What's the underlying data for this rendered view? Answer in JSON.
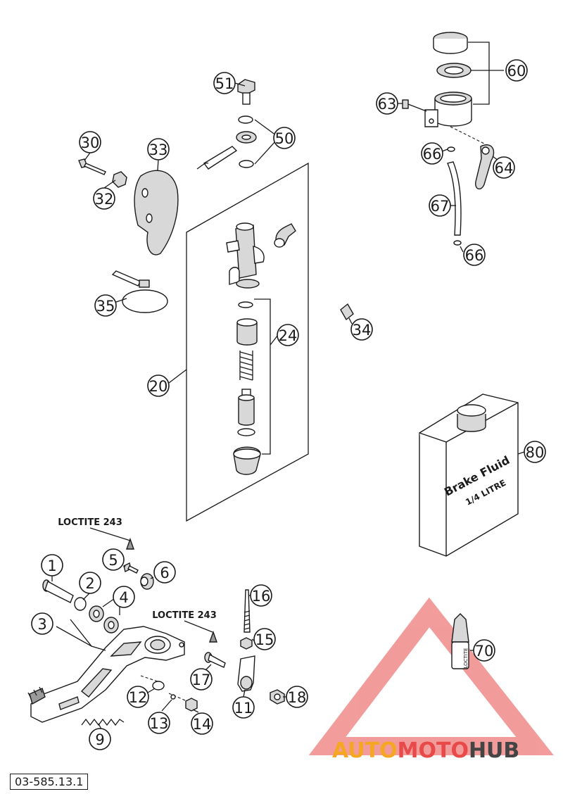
{
  "diagram": {
    "reference_code": "03-585.13.1",
    "loctite_notes": [
      "LOCTITE 243",
      "LOCTITE 243"
    ],
    "callouts": [
      "1",
      "2",
      "3",
      "4",
      "5",
      "6",
      "9",
      "11",
      "12",
      "13",
      "14",
      "15",
      "16",
      "17",
      "18",
      "20",
      "24",
      "30",
      "32",
      "33",
      "34",
      "35",
      "50",
      "51",
      "60",
      "63",
      "64",
      "66",
      "66",
      "67",
      "70",
      "80"
    ],
    "brake_fluid_can": {
      "line1": "Brake Fluid",
      "line2": "1/4 LITRE"
    },
    "loctite_tube_label": "LOCTITE",
    "colors": {
      "line": "#1a1a1a",
      "watermark_red": "#e84a4a",
      "watermark_orange": "#f5a623",
      "watermark_gray": "#444444"
    }
  },
  "watermark": {
    "part1": "AUTO",
    "part2": "MOTO",
    "part3": "HUB"
  }
}
